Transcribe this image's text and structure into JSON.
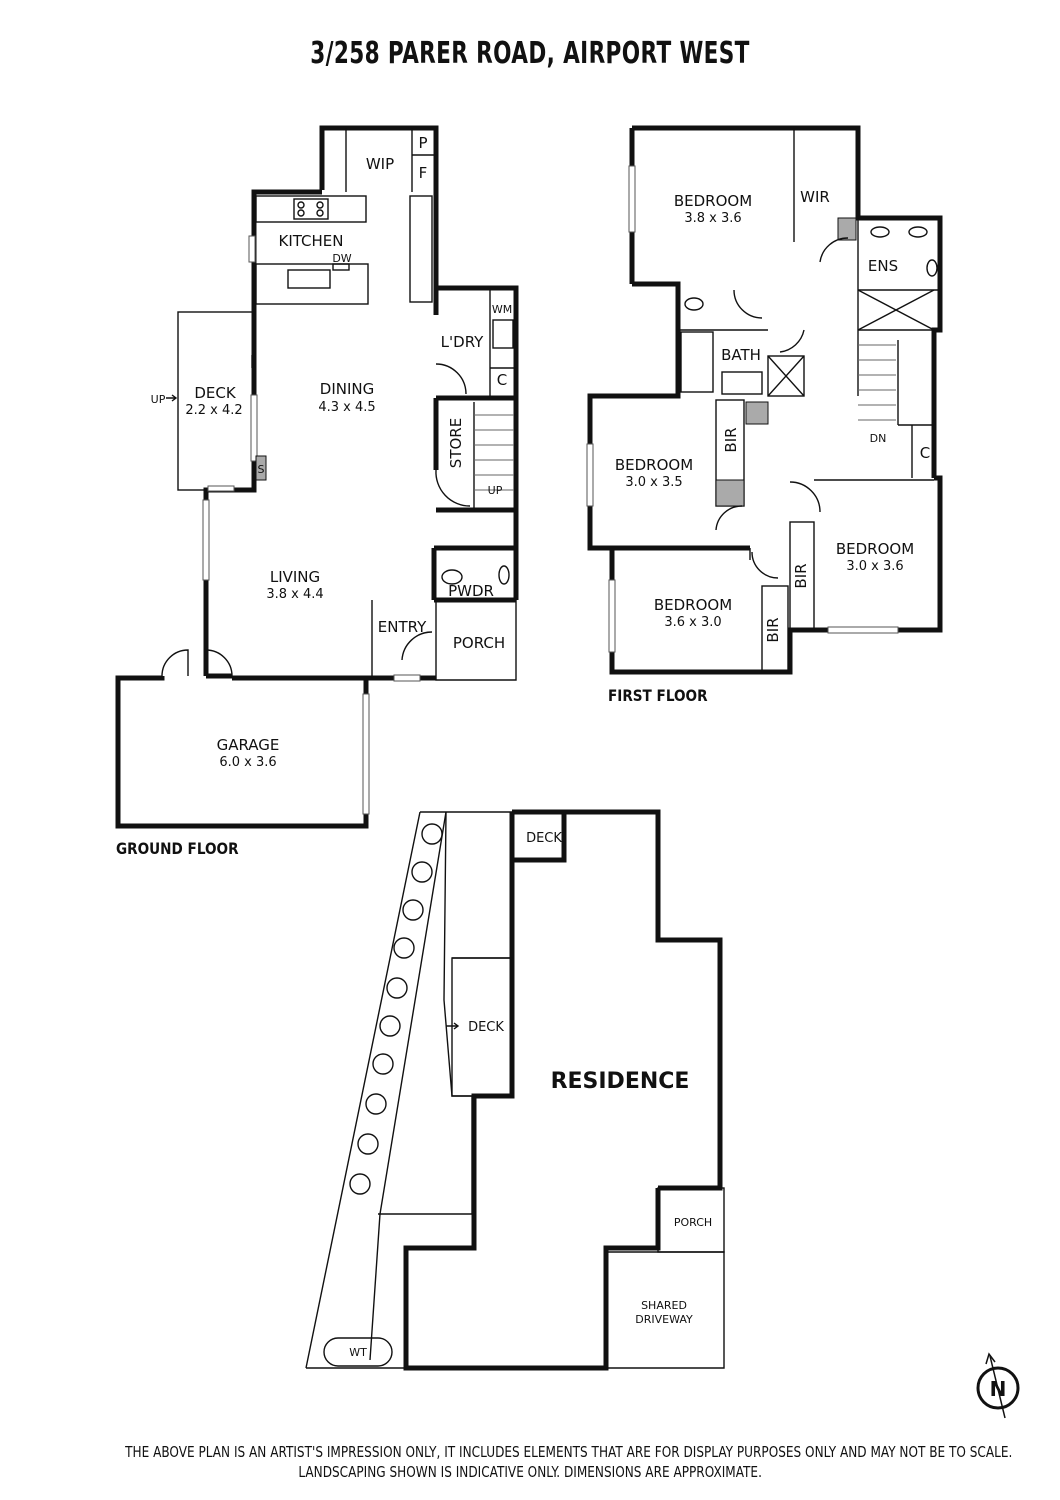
{
  "title": "3/258 PARER ROAD, AIRPORT WEST",
  "floors": {
    "ground": {
      "label": "GROUND FLOOR",
      "rooms": {
        "wip": "WIP",
        "p": "P",
        "f": "F",
        "kitchen": "KITCHEN",
        "dw": "DW",
        "wm": "WM",
        "ldry": "L'DRY",
        "c": "C",
        "deck": "DECK",
        "deck_dim": "2.2 x 4.2",
        "deck_up": "UP",
        "dining": "DINING",
        "dining_dim": "4.3 x 4.5",
        "store": "STORE",
        "up": "UP",
        "s": "S",
        "living": "LIVING",
        "living_dim": "3.8 x 4.4",
        "pwdr": "PWDR",
        "entry": "ENTRY",
        "porch": "PORCH",
        "garage": "GARAGE",
        "garage_dim": "6.0 x 3.6"
      }
    },
    "first": {
      "label": "FIRST FLOOR",
      "rooms": {
        "bed1": "BEDROOM",
        "bed1_dim": "3.8 x 3.6",
        "wir": "WIR",
        "ens": "ENS",
        "bath": "BATH",
        "dn": "DN",
        "c": "C",
        "bir1": "BIR",
        "bed2": "BEDROOM",
        "bed2_dim": "3.0 x 3.5",
        "bed3": "BEDROOM",
        "bed3_dim": "3.0 x 3.6",
        "bir2": "BIR",
        "bed4": "BEDROOM",
        "bed4_dim": "3.6 x 3.0",
        "bir3": "BIR"
      }
    }
  },
  "site": {
    "deck_top": "DECK",
    "deck_side": "DECK",
    "residence": "RESIDENCE",
    "porch": "PORCH",
    "shared_driveway_1": "SHARED",
    "shared_driveway_2": "DRIVEWAY",
    "wt": "WT"
  },
  "compass": "N",
  "disclaimer": {
    "line1": "THE ABOVE PLAN IS AN ARTIST'S IMPRESSION ONLY, IT INCLUDES ELEMENTS THAT ARE FOR DISPLAY PURPOSES ONLY AND MAY NOT BE TO SCALE.",
    "line2": "LANDSCAPING SHOWN IS INDICATIVE ONLY. DIMENSIONS ARE APPROXIMATE."
  }
}
